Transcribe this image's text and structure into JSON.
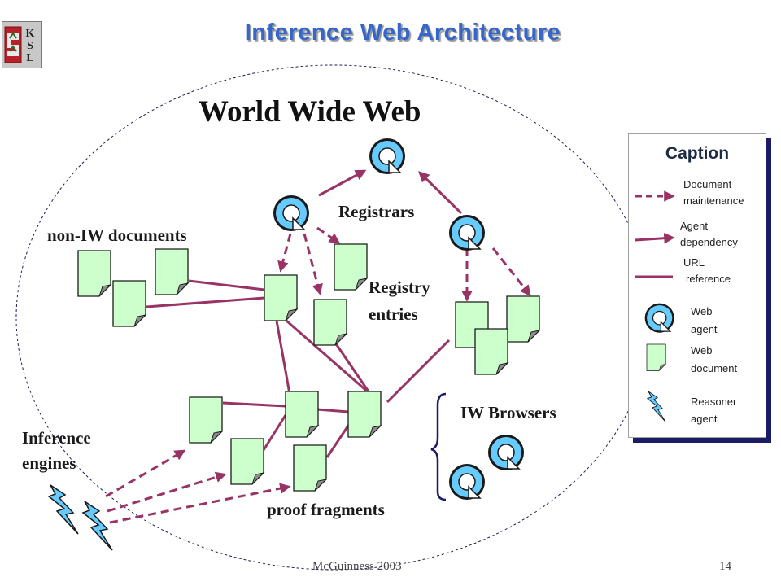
{
  "slide": {
    "title": "Inference Web Architecture",
    "footer_author": "McGuinness 2003",
    "page_number": "14",
    "logo_letters": [
      "K",
      "S",
      "L"
    ]
  },
  "diagram": {
    "region_title": "World Wide Web",
    "labels": {
      "registrars": "Registrars",
      "non_iw_documents": "non-IW documents",
      "registry_entries_line1": "Registry",
      "registry_entries_line2": "entries",
      "iw_browsers": "IW Browsers",
      "inference_engines_line1": "Inference",
      "inference_engines_line2": "engines",
      "proof_fragments": "proof fragments"
    },
    "caption": {
      "title": "Caption",
      "items": [
        {
          "line1": "Document",
          "line2": "maintenance",
          "icon": "dashed-arrow-icon"
        },
        {
          "line1": "Agent",
          "line2": "dependency",
          "icon": "solid-arrow-icon"
        },
        {
          "line1": "URL",
          "line2": "reference",
          "icon": "solid-line-icon"
        },
        {
          "line1": "Web",
          "line2": "agent",
          "icon": "web-agent-icon"
        },
        {
          "line1": "Web",
          "line2": "document",
          "icon": "web-document-icon"
        },
        {
          "line1": "Reasoner",
          "line2": "agent",
          "icon": "lightning-icon"
        }
      ]
    },
    "colors": {
      "link": "#993366",
      "document_fill": "#ccffcc",
      "agent_fill": "#66ccff",
      "reasoner_fill": "#66ccff",
      "title_blue": "#3466cc"
    }
  }
}
